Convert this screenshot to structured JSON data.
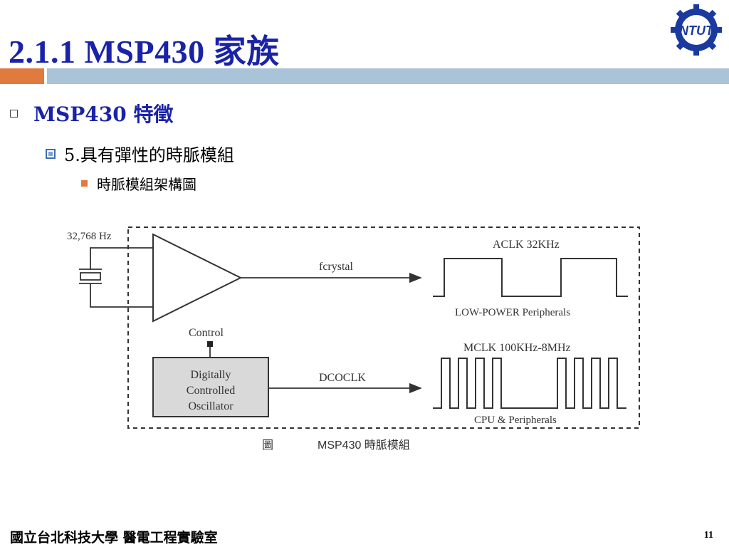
{
  "slide": {
    "title": "2.1.1 MSP430 家族",
    "page_number": "11",
    "footer": "國立台北科技大學 醫電工程實驗室"
  },
  "logo": {
    "text": "NTUT"
  },
  "bullets": {
    "level1": "MSP430 特徵",
    "level2": "5.具有彈性的時脈模組",
    "level3": "時脈模組架構圖"
  },
  "diagram": {
    "crystal_label": "32,768 Hz",
    "control_label": "Control",
    "dco_label": [
      "Digitally",
      "Controlled",
      "Oscillator"
    ],
    "fcrystal_label": "fcrystal",
    "dcoclk_label": "DCOCLK",
    "aclk_label": "ACLK 32KHz",
    "aclk_sub": "LOW-POWER Peripherals",
    "mclk_label": "MCLK 100KHz-8MHz",
    "mclk_sub": "CPU &  Peripherals",
    "caption_prefix": "圖",
    "caption_text": "MSP430 時脈模組"
  },
  "colors": {
    "title": "#1a23a8",
    "accent_orange": "#e07a3f",
    "accent_blue": "#a9c3d9"
  }
}
